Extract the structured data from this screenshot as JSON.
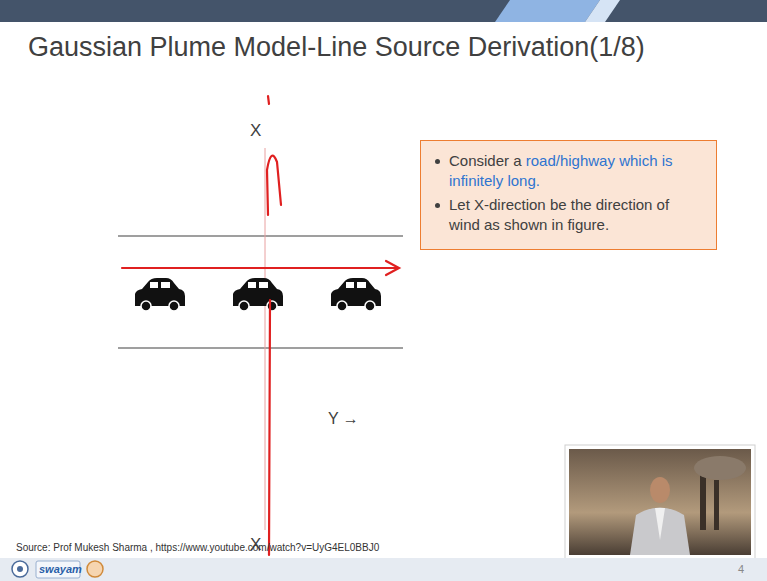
{
  "diagram": {
    "title": "Gaussian Plume Model-Line Source Derivation(1/8)",
    "nodes": [
      {
        "text": [
          "Consider a road/highway which is infinitely long.",
          "Let X-direction be the direction of wind as shown in figure."
        ]
      }
    ],
    "labels": [
      "X",
      "X",
      "Y →",
      "Source: Prof Mukesh Sharma , https://www.youtube.com/watch?v=UyG4EL0BBJ0",
      "swayam",
      "4"
    ]
  }
}
